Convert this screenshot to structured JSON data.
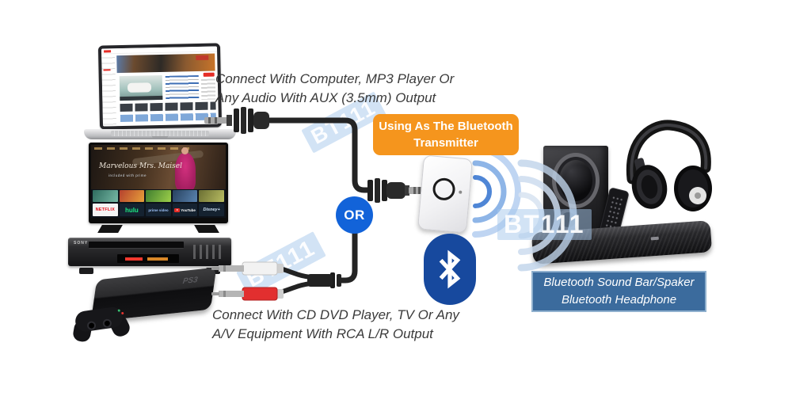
{
  "watermark": {
    "text": "BT111"
  },
  "aux_caption": {
    "line1": "Connect With Computer, MP3 Player Or",
    "line2": "Any Audio With AUX (3.5mm) Output"
  },
  "rca_caption": {
    "line1": "Connect With CD DVD Player, TV Or Any",
    "line2": "A/V Equipment With RCA L/R Output"
  },
  "transmitter_label": {
    "line1": "Using As The Bluetooth",
    "line2": "Transmitter"
  },
  "or_label": "OR",
  "output_label": {
    "line1": "Bluetooth Sound Bar/Spaker",
    "line2": "Bluetooth Headphone"
  },
  "tv": {
    "show_title": "Marvelous Mrs. Maisel",
    "subtitle": "included with prime",
    "apps": [
      "NETFLIX",
      "hulu",
      "prime video",
      "YouTube",
      "Disney+"
    ]
  },
  "dvd": {
    "brand": "SONY"
  },
  "console": {
    "brand": "PS3"
  },
  "colors": {
    "accent_orange": "#F5951D",
    "or_blue": "#1263D9",
    "bluetooth_blue": "#17499E",
    "output_label_blue": "#3B6B9D",
    "output_label_border": "#8FB0CE",
    "watermark_blue": "rgba(165,200,235,0.5)",
    "cable_black": "#242424",
    "rca_red": "#E22F2F",
    "signal_blue": "#7AA8E3"
  }
}
